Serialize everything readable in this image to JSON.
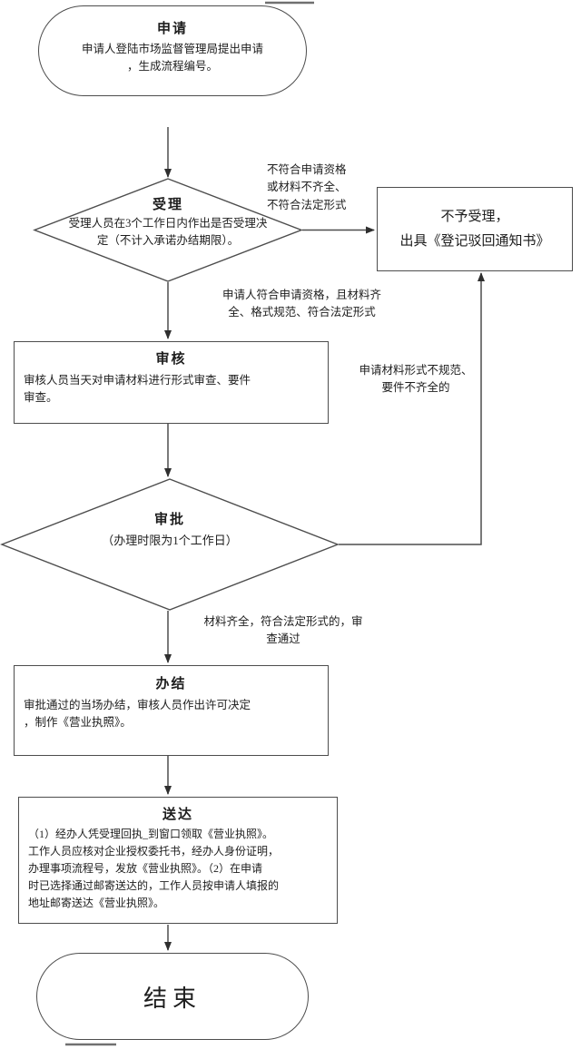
{
  "flowchart": {
    "nodes": {
      "apply": {
        "title": "申请",
        "body": "申请人登陆市场监督管理局提出申请\n，生成流程编号。"
      },
      "accept": {
        "title": "受理",
        "body": "受理人员在3个工作日内作出是否受理决\n定（不计入承诺办结期限）。"
      },
      "reject": {
        "body": "不予受理，\n出具《登记驳回通知书》"
      },
      "review": {
        "title": "审核",
        "body": "审核人员当天对申请材料进行形式审查、要件\n审查。"
      },
      "approve": {
        "title": "审批",
        "body": "（办理时限为1个工作日）"
      },
      "conclude": {
        "title": "办结",
        "body": "审批通过的当场办结，审核人员作出许可决定\n，制作《营业执照》。"
      },
      "deliver": {
        "title": "送达",
        "body": "（1）经办人凭受理回执_到窗口领取《营业执照》。\n工作人员应核对企业授权委托书，经办人身份证明，\n办理事项流程号，发放《营业执照》。（2）在申请\n时已选择通过邮寄送达的，工作人员按申请人填报的\n地址邮寄送达《营业执照》。"
      },
      "end": {
        "title": "结束"
      }
    },
    "edge_labels": {
      "reject_reason": "不符合申请资格\n或材料不齐全、\n不符合法定形式",
      "accept_pass": "申请人符合申请资格，且材料齐\n全、格式规范、符合法定形式",
      "approve_reject_reason": "申请材料形式不规范、\n要件不齐全的",
      "approve_pass": "材料齐全，符合法定形式的，审\n查通过"
    },
    "colors": {
      "line": "#4d4d4d",
      "arrow": "#2f2f2f",
      "background": "#ffffff"
    }
  }
}
